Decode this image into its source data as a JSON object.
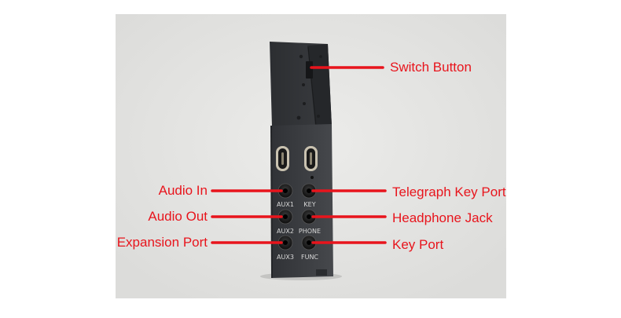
{
  "photo": {
    "background": "#e4e4e2",
    "device_color": "#3d3f42",
    "device_edge": "#2b2d30",
    "port_labels": {
      "aux1": "AUX1",
      "key": "KEY",
      "aux2": "AUX2",
      "phone": "PHONE",
      "aux3": "AUX3",
      "func": "FUNC"
    }
  },
  "callouts": {
    "color": "#e8141c",
    "switch_button": "Switch Button",
    "audio_in": "Audio In",
    "audio_out": "Audio Out",
    "expansion_port": "Expansion Port",
    "telegraph_key_port": "Telegraph Key Port",
    "headphone_jack": "Headphone Jack",
    "key_port": "Key Port"
  },
  "icons": {
    "usb_c_ports": "usb-c-port-icon",
    "audio_jacks": "audio-jack-icon",
    "led": "led-indicator-icon"
  }
}
